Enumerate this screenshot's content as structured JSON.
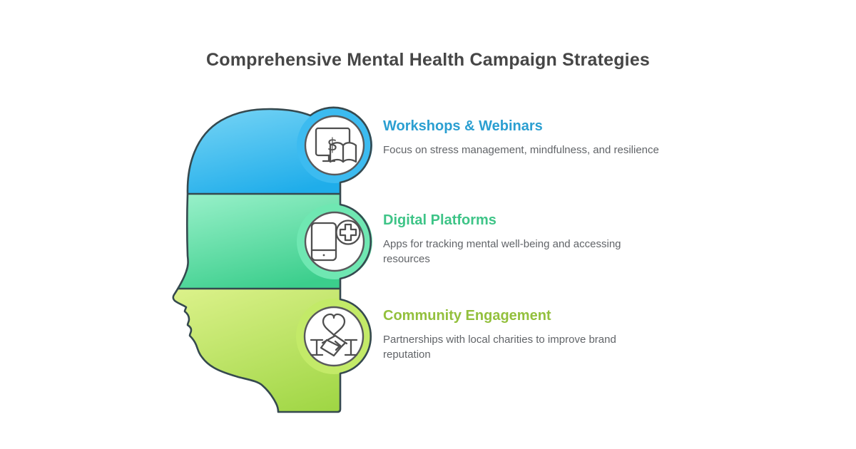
{
  "title": "Comprehensive Mental Health Campaign Strategies",
  "items": [
    {
      "heading": "Workshops & Webinars",
      "description": "Focus on stress management, mindfulness, and resilience",
      "heading_color": "#2b9fd1",
      "section_color_top": "#84daf7",
      "section_color_bottom": "#1fadea",
      "ring_color": "#3cbbf0",
      "icon": "monitor-dollar-book-icon",
      "icon_glyph": "$"
    },
    {
      "heading": "Digital Platforms",
      "description": "Apps for tracking mental well-being and accessing resources",
      "heading_color": "#3ec487",
      "section_color_top": "#9cf2cc",
      "section_color_bottom": "#3bce8c",
      "ring_color": "#6fe7b2",
      "icon": "smartphone-medical-cross-icon"
    },
    {
      "heading": "Community Engagement",
      "description": "Partnerships with local charities to improve brand reputation",
      "heading_color": "#93c03d",
      "section_color_top": "#ddf28c",
      "section_color_bottom": "#9fd644",
      "ring_color": "#c3ea68",
      "icon": "handshake-heart-icon"
    }
  ],
  "colors": {
    "background": "#ffffff",
    "outline": "#35494f",
    "title_text": "#464646",
    "body_text": "#616468",
    "icon_stroke": "#4f4f4f",
    "disc_fill": "#ffffff",
    "disc_stroke": "#58595b"
  }
}
